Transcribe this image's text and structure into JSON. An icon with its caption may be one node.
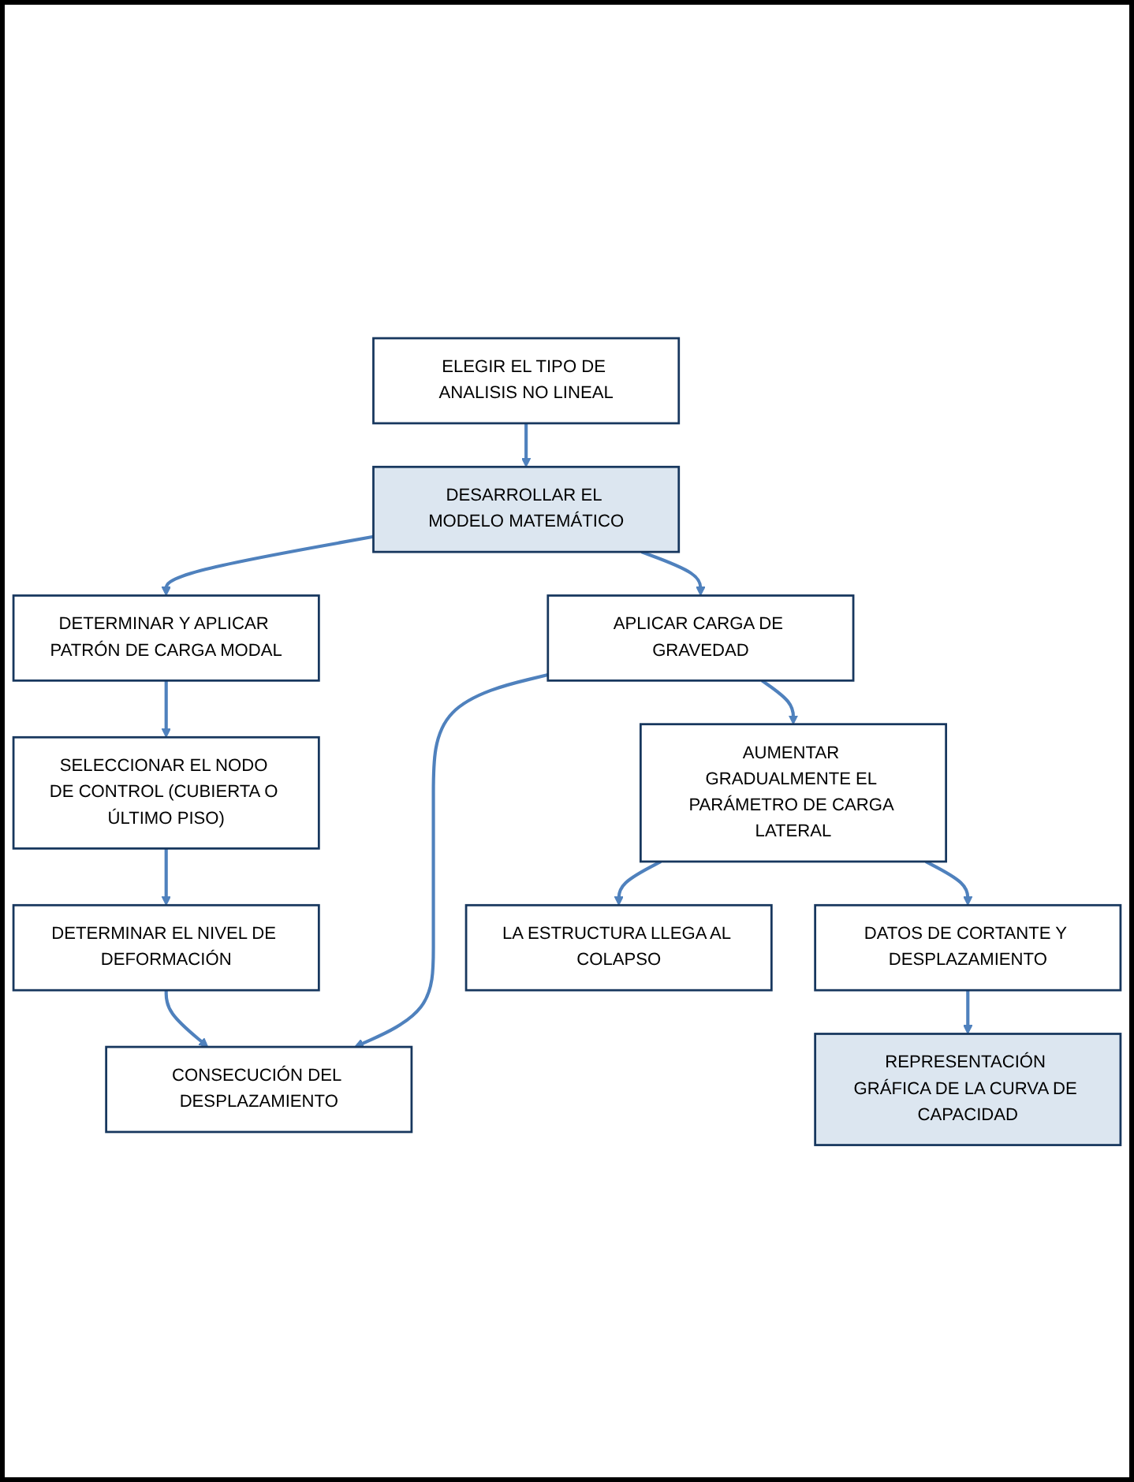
{
  "diagram": {
    "nodes": [
      {
        "text": [
          "ELEGIR EL TIPO DE ANALISIS NO LINEAL"
        ]
      },
      {
        "text": [
          "DESARROLLAR EL MODELO MATEMÁTICO"
        ]
      },
      {
        "text": [
          "DETERMINAR Y APLICAR PATRÓN DE CARGA MODAL"
        ]
      },
      {
        "text": [
          "SELECCIONAR EL NODO DE CONTROL (CUBIERTA O ÚLTIMO PISO)"
        ]
      },
      {
        "text": [
          "DETERMINAR EL NIVEL DE DEFORMACIÓN"
        ]
      },
      {
        "text": [
          "APLICAR CARGA DE GRAVEDAD"
        ]
      },
      {
        "text": [
          "CONSECUCIÓN DEL DESPLAZAMIENTO"
        ]
      },
      {
        "text": [
          "AUMENTAR GRADUALMENTE EL PARÁMETRO DE CARGA LATERAL"
        ]
      },
      {
        "text": [
          "LA ESTRUCTURA LLEGA AL COLAPSO"
        ]
      },
      {
        "text": [
          "DATOS DE CORTANTE Y DESPLAZAMIENTO"
        ]
      },
      {
        "text": [
          "REPRESENTACIÓN GRÁFICA DE LA CURVA DE CAPACIDAD"
        ]
      }
    ],
    "edges": [
      {
        "from": 0,
        "to": 1,
        "arrow": "to"
      },
      {
        "from": 1,
        "to": 2,
        "arrow": "to"
      },
      {
        "from": 2,
        "to": 3,
        "arrow": "to"
      },
      {
        "from": 3,
        "to": 4,
        "arrow": "to"
      },
      {
        "from": 4,
        "to": 6,
        "arrow": "to"
      },
      {
        "from": 1,
        "to": 5,
        "arrow": "to"
      },
      {
        "from": 5,
        "to": 6,
        "arrow": "to"
      },
      {
        "from": 5,
        "to": 7,
        "arrow": "to"
      },
      {
        "from": 7,
        "to": 8,
        "arrow": "to"
      },
      {
        "from": 7,
        "to": 9,
        "arrow": "to"
      },
      {
        "from": 9,
        "to": 10,
        "arrow": "to"
      }
    ]
  }
}
